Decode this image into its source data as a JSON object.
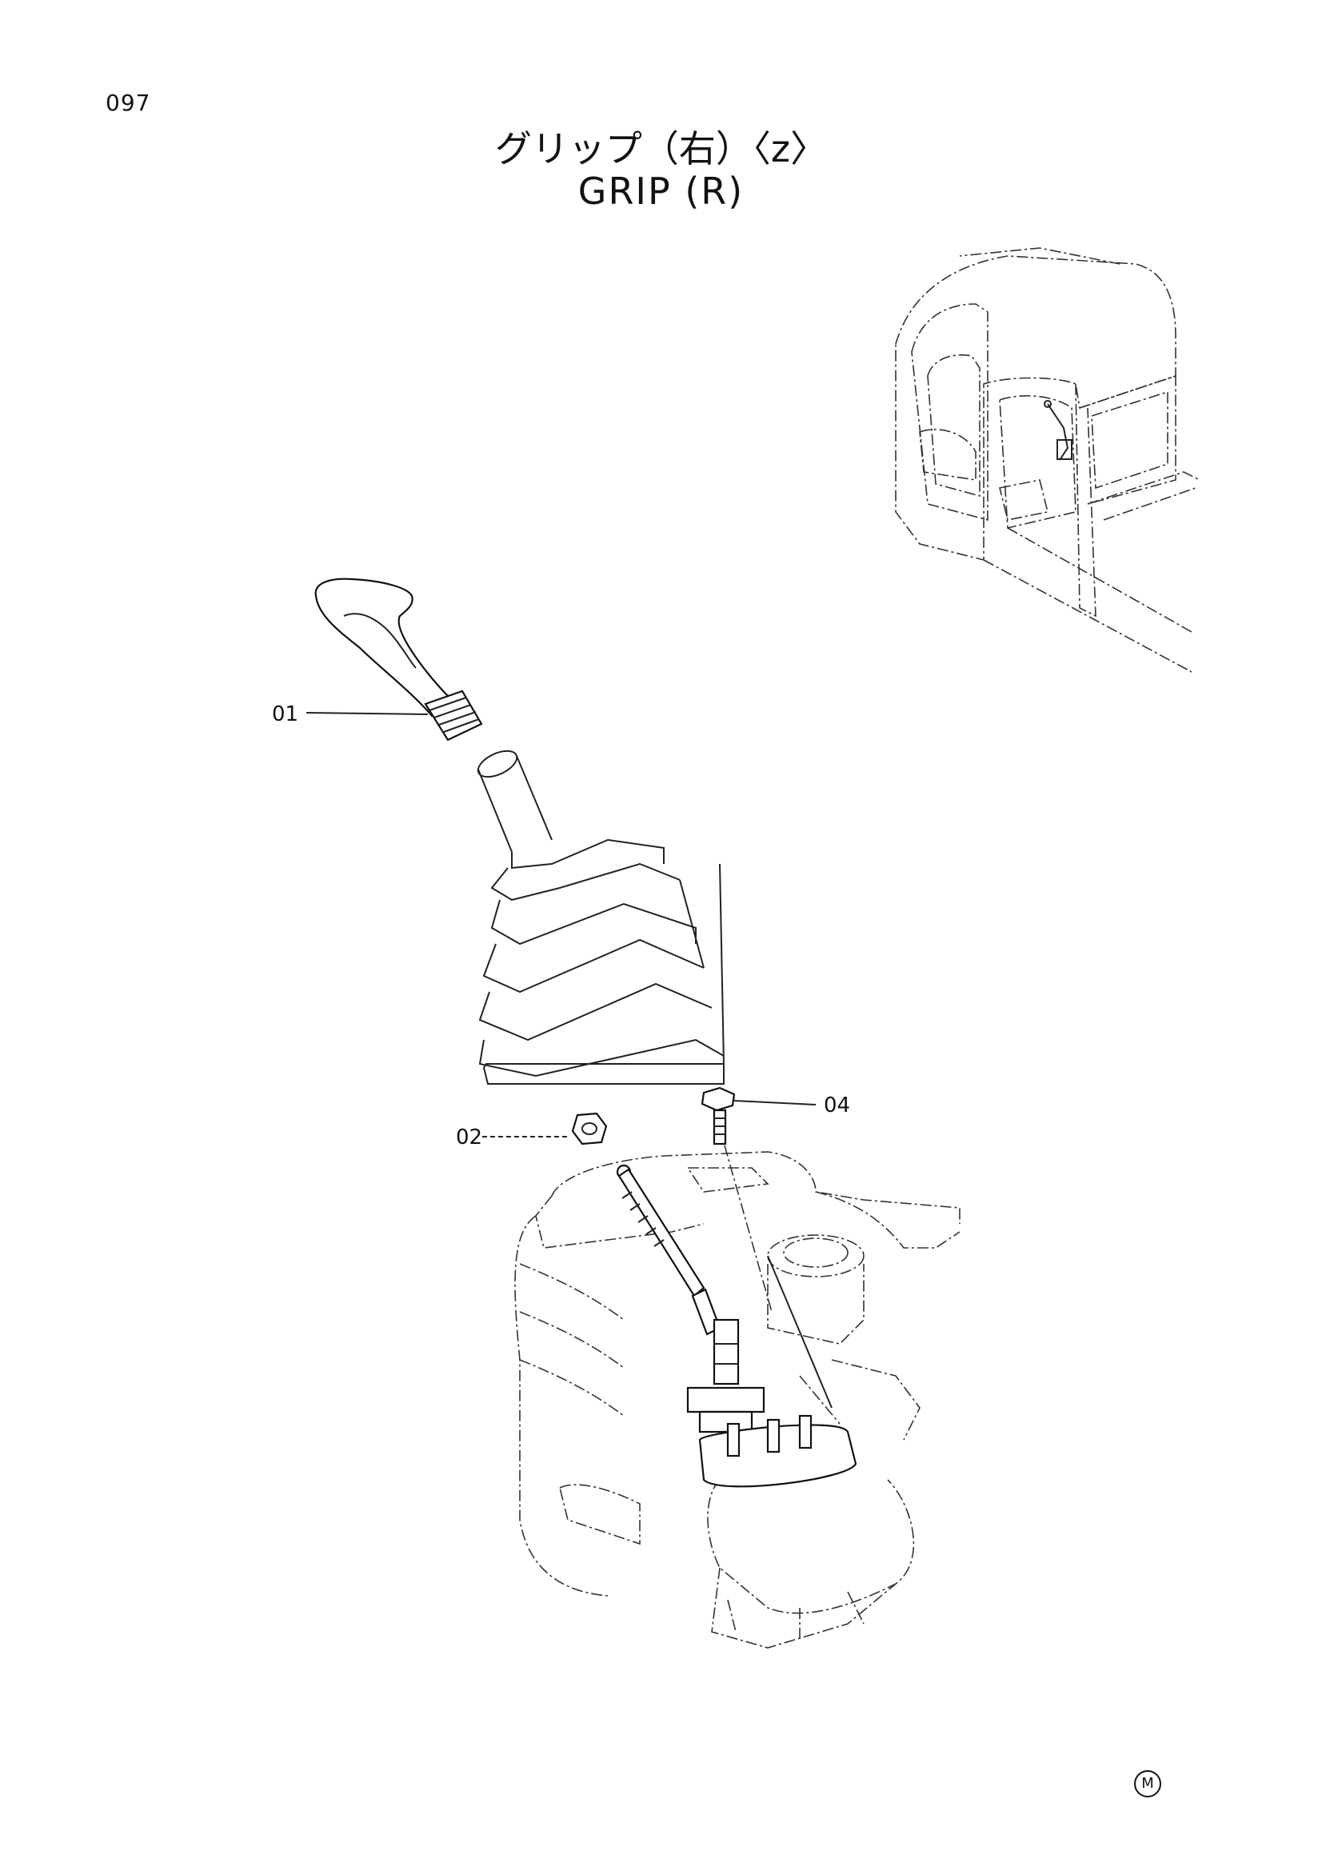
{
  "page_number": "097",
  "title": {
    "japanese": "グリップ（右）〈z〉",
    "english": "GRIP (R)"
  },
  "callouts": [
    {
      "id": "01"
    },
    {
      "id": "02"
    },
    {
      "id": "04"
    }
  ],
  "mark": "M"
}
